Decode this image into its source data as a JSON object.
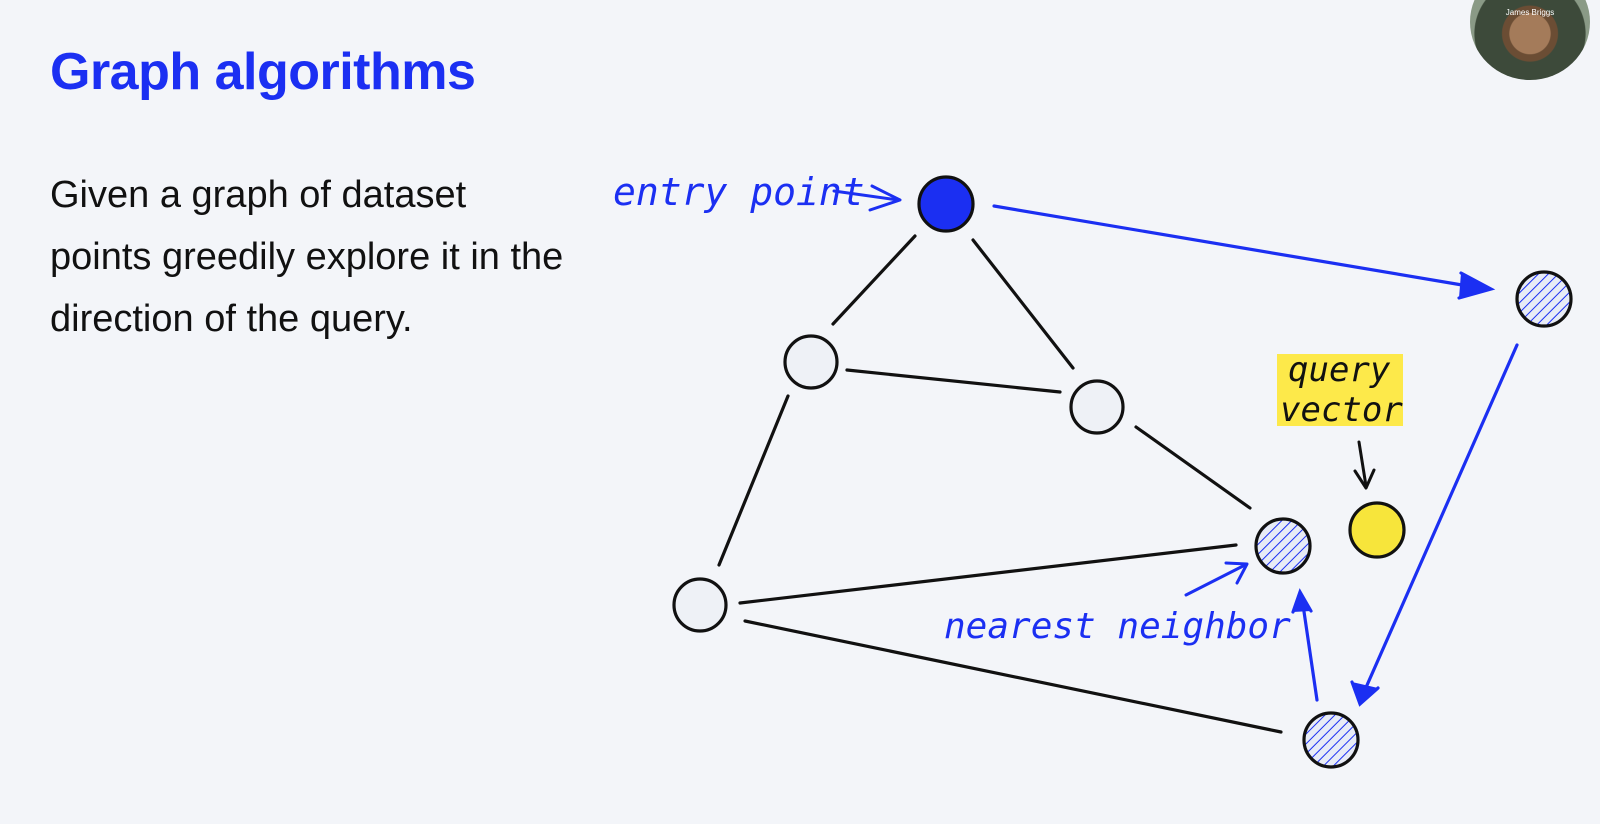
{
  "slide": {
    "title": "Graph algorithms",
    "body": "Given a graph of dataset points greedily explore it in the direction of the query."
  },
  "diagram": {
    "labels": {
      "entry_point": "entry point",
      "query_line1": "query",
      "query_line2": "vector",
      "nearest_neighbor": "nearest neighbor"
    },
    "colors": {
      "ink": "#111111",
      "accent": "#1b2ff2",
      "query_fill": "#f7e53b",
      "highlight": "#fde94a",
      "empty_node": "#eef1f6"
    }
  },
  "webcam": {
    "name": "James Briggs"
  }
}
